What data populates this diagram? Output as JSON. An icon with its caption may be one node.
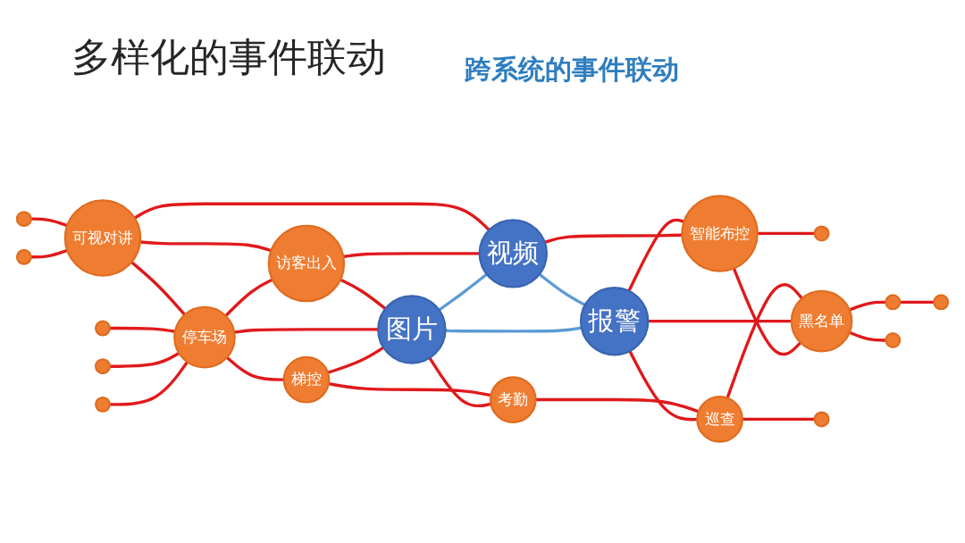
{
  "diagram": {
    "title": "多样化的事件联动",
    "nodes": [
      {
        "text": [],
        "shape": "circle"
      },
      {
        "text": [],
        "shape": "circle"
      },
      {
        "text": [
          "可视对讲"
        ]
      },
      {
        "text": [
          "智能布控"
        ]
      },
      {
        "text": [],
        "shape": "circle"
      },
      {
        "text": [],
        "shape": "circle"
      },
      {
        "text": [
          "视频"
        ]
      },
      {
        "text": [],
        "shape": "circle"
      },
      {
        "text": [
          "访客出入"
        ]
      },
      {
        "text": [],
        "shape": "circle"
      },
      {
        "text": [
          "黑名单"
        ]
      },
      {
        "text": [
          "图片"
        ]
      },
      {
        "text": [
          "报警"
        ]
      },
      {
        "text": [],
        "shape": "circle"
      },
      {
        "text": [
          "停车场"
        ]
      },
      {
        "text": [],
        "shape": "circle"
      },
      {
        "text": [
          "梯控"
        ]
      },
      {
        "text": [
          "巡查"
        ]
      },
      {
        "text": [],
        "shape": "circle"
      },
      {
        "text": [
          "考勤"
        ]
      },
      {
        "text": [],
        "shape": "circle"
      }
    ],
    "edges": [
      {
        "from": 0,
        "to": 2,
        "arrow": "none"
      },
      {
        "from": 1,
        "to": 2,
        "arrow": "none"
      },
      {
        "from": 2,
        "to": 6,
        "arrow": "none"
      },
      {
        "from": 2,
        "to": 8,
        "arrow": "none"
      },
      {
        "from": 2,
        "to": 14,
        "arrow": "none"
      },
      {
        "from": 8,
        "to": 6,
        "arrow": "none"
      },
      {
        "from": 8,
        "to": 11,
        "arrow": "none"
      },
      {
        "from": 14,
        "to": 8,
        "arrow": "none"
      },
      {
        "from": 9,
        "to": 14,
        "arrow": "none"
      },
      {
        "from": 15,
        "to": 14,
        "arrow": "none"
      },
      {
        "from": 20,
        "to": 14,
        "arrow": "none"
      },
      {
        "from": 14,
        "to": 11,
        "arrow": "none"
      },
      {
        "from": 14,
        "to": 16,
        "arrow": "none"
      },
      {
        "from": 16,
        "to": 11,
        "arrow": "none"
      },
      {
        "from": 16,
        "to": 19,
        "arrow": "none"
      },
      {
        "from": 11,
        "to": 19,
        "arrow": "none"
      },
      {
        "from": 19,
        "to": 17,
        "arrow": "none"
      },
      {
        "from": 17,
        "to": 18,
        "arrow": "none"
      },
      {
        "from": 12,
        "to": 17,
        "arrow": "none"
      },
      {
        "from": 17,
        "to": 10,
        "arrow": "none"
      },
      {
        "from": 12,
        "to": 10,
        "arrow": "none"
      },
      {
        "from": 12,
        "to": 3,
        "arrow": "none"
      },
      {
        "from": 6,
        "to": 3,
        "arrow": "none"
      },
      {
        "from": 3,
        "to": 4,
        "arrow": "none"
      },
      {
        "from": 3,
        "to": 10,
        "arrow": "none"
      },
      {
        "from": 10,
        "to": 7,
        "arrow": "none"
      },
      {
        "from": 7,
        "to": 5,
        "arrow": "none"
      },
      {
        "from": 10,
        "to": 13,
        "arrow": "none"
      },
      {
        "from": 11,
        "to": 6,
        "arrow": "none",
        "color": "#5b9bd5"
      },
      {
        "from": 6,
        "to": 12,
        "arrow": "none",
        "color": "#5b9bd5"
      },
      {
        "from": 11,
        "to": 12,
        "arrow": "none",
        "color": "#5b9bd5"
      }
    ],
    "labels": [
      "跨系统的事件联动"
    ]
  }
}
